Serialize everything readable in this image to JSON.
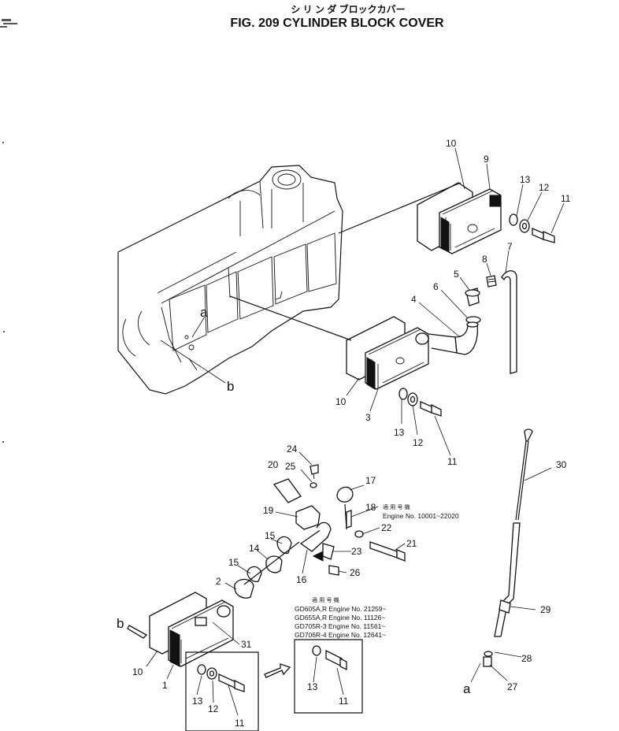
{
  "title": {
    "japanese": "シ リ ン ダ ブロックカバー",
    "main": "FIG. 209  CYLINDER BLOCK COVER"
  },
  "callouts": {
    "p10a": "10",
    "p9": "9",
    "p13a": "13",
    "p12a": "12",
    "p11a": "11",
    "p8": "8",
    "p7": "7",
    "p5": "5",
    "p6": "6",
    "p4": "4",
    "p10b": "10",
    "p3": "3",
    "p13b": "13",
    "p12b": "12",
    "p11b": "11",
    "p24": "24",
    "p20": "20",
    "p25": "25",
    "p17": "17",
    "p18": "18",
    "p19": "19",
    "p22": "22",
    "p21": "21",
    "p15a": "15",
    "p14": "14",
    "p23": "23",
    "p26": "26",
    "p16": "16",
    "p15b": "15",
    "p2": "2",
    "p30": "30",
    "p29": "29",
    "p28": "28",
    "p27": "27",
    "p31": "31",
    "p10c": "10",
    "p1": "1",
    "p13c": "13",
    "p12c": "12",
    "p11c": "11",
    "p13d": "13",
    "p11d": "11"
  },
  "reference_letters": {
    "a_engine": "a",
    "b_engine": "b",
    "b_lower": "b",
    "a_lower": "a"
  },
  "serial_notes": {
    "upper": {
      "heading": "適 用 号 機",
      "line": "Engine No. 10001~22020"
    },
    "lower": {
      "heading": "適 用 号 機",
      "lines": [
        "GD605A,R  Engine No.  21259~",
        "GD655A,R  Engine No.  11126~",
        "GD705R-3  Engine No.  11561~",
        "GD706R-4  Engine No.  12641~"
      ]
    }
  }
}
